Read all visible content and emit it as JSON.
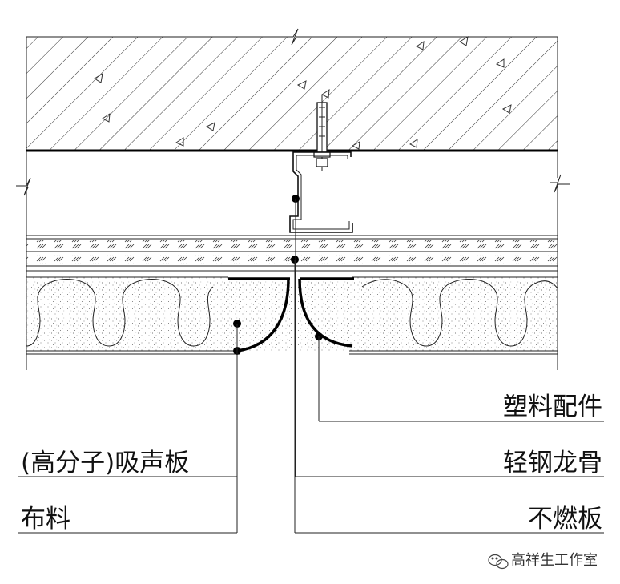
{
  "labels": {
    "plastic_fitting": "塑料配件",
    "polymer_panel": "(高分子)吸声板",
    "light_steel_keel": "轻钢龙骨",
    "fabric": "布料",
    "noncombustible_board": "不燃板"
  },
  "watermark": {
    "icon": "wechat-icon",
    "text": "高祥生工作室"
  },
  "colors": {
    "line": "#111111",
    "background": "#ffffff"
  }
}
